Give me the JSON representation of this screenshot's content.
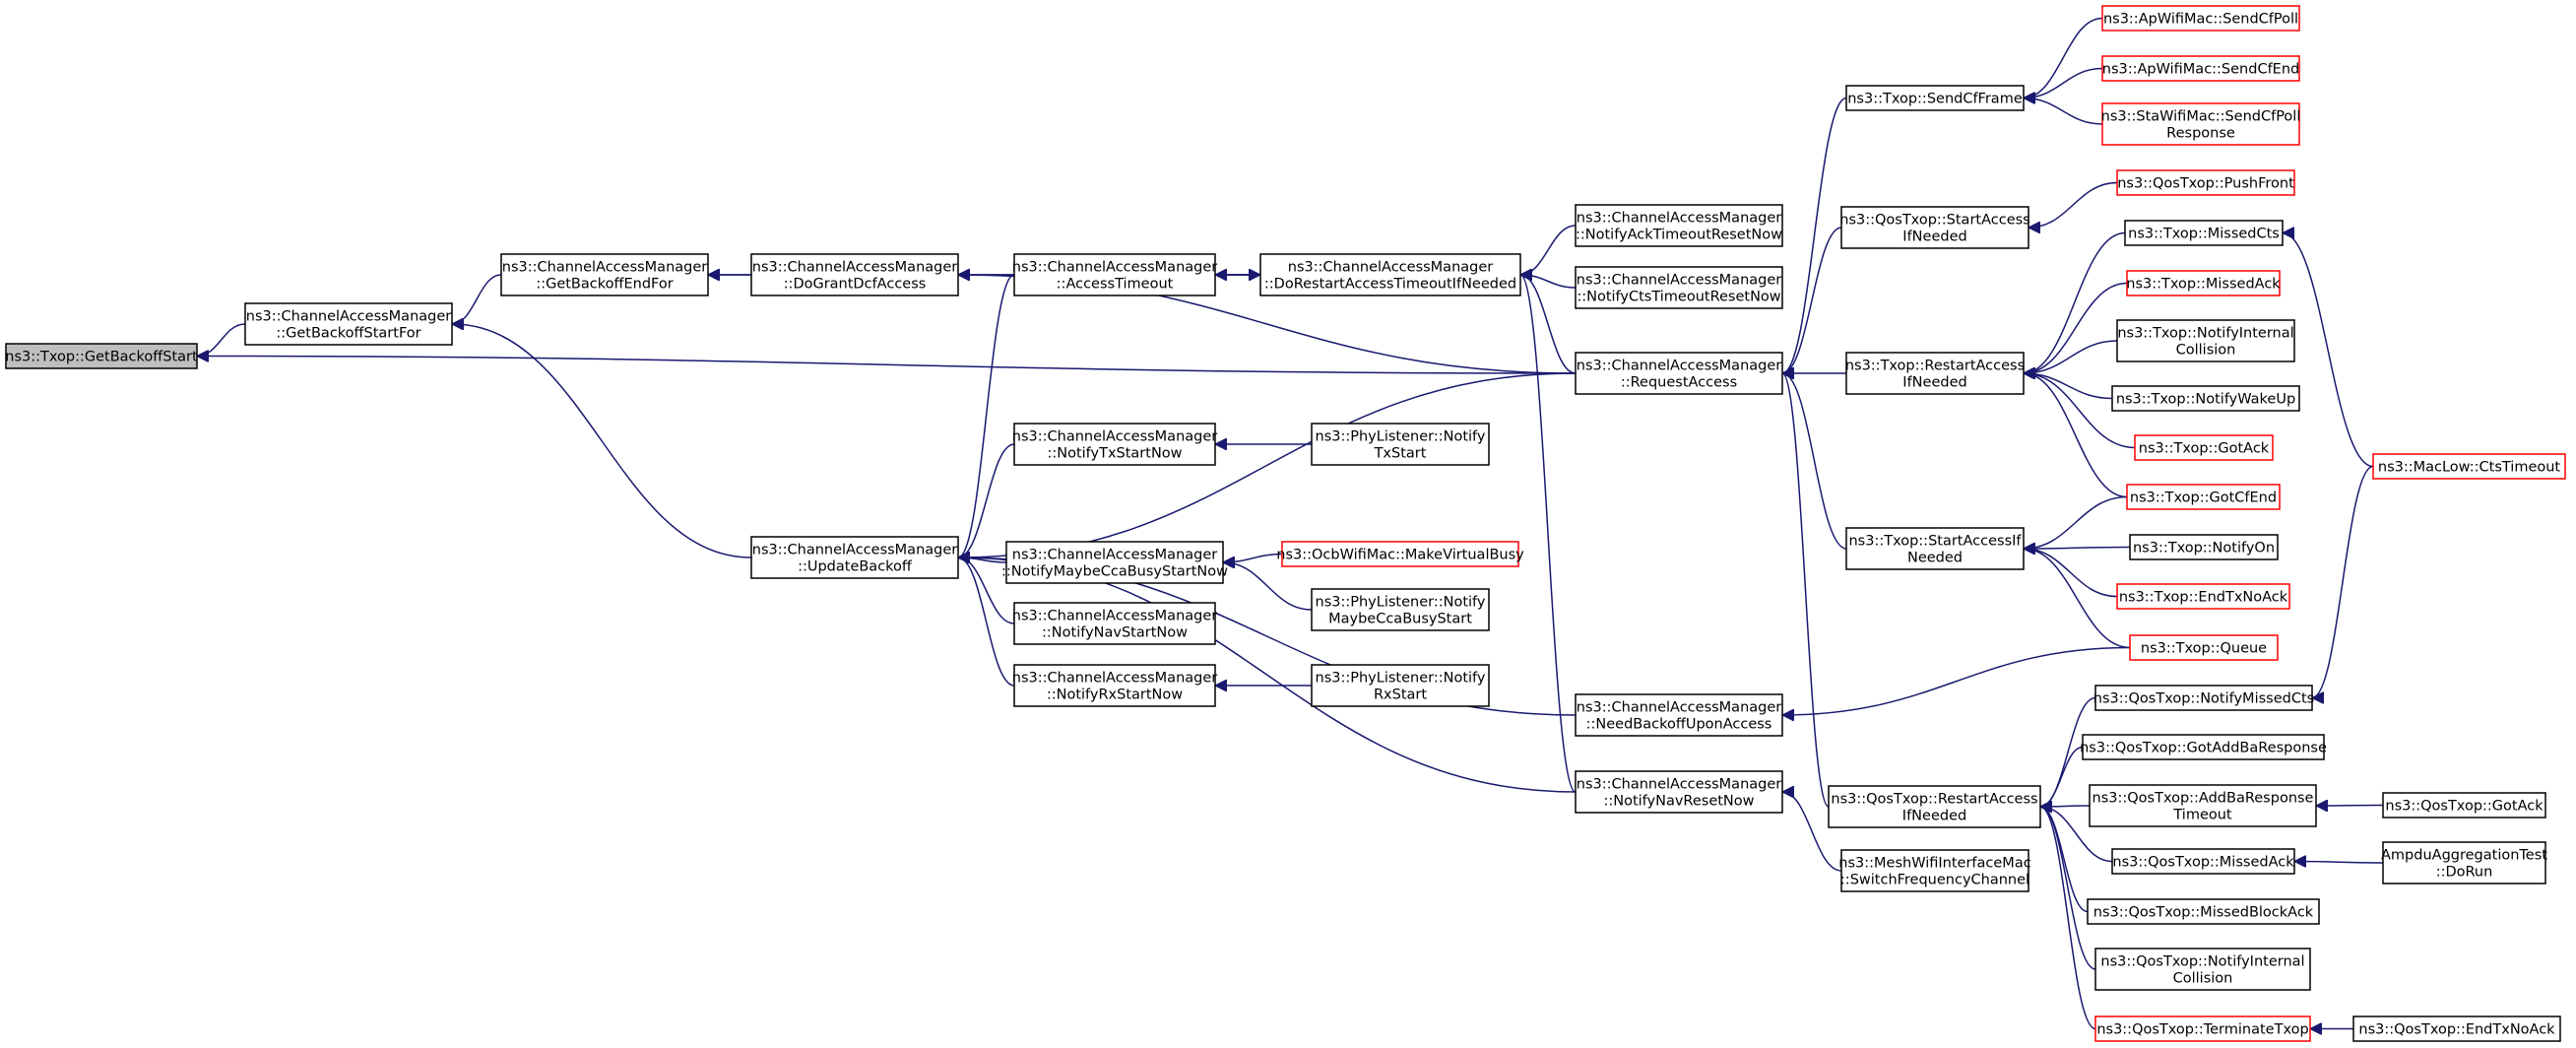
{
  "nodes": [
    {
      "id": "root",
      "lines": [
        "ns3::Txop::GetBackoffStart"
      ],
      "kind": "root"
    },
    {
      "id": "cam_gbsf",
      "lines": [
        "ns3::ChannelAccessManager",
        "::GetBackoffStartFor"
      ]
    },
    {
      "id": "cam_gbef",
      "lines": [
        "ns3::ChannelAccessManager",
        "::GetBackoffEndFor"
      ]
    },
    {
      "id": "cam_ub",
      "lines": [
        "ns3::ChannelAccessManager",
        "::UpdateBackoff"
      ]
    },
    {
      "id": "cam_dgda",
      "lines": [
        "ns3::ChannelAccessManager",
        "::DoGrantDcfAccess"
      ]
    },
    {
      "id": "cam_at",
      "lines": [
        "ns3::ChannelAccessManager",
        "::AccessTimeout"
      ]
    },
    {
      "id": "cam_drat",
      "lines": [
        "ns3::ChannelAccessManager",
        "::DoRestartAccessTimeoutIfNeeded"
      ]
    },
    {
      "id": "cam_natr",
      "lines": [
        "ns3::ChannelAccessManager",
        "::NotifyAckTimeoutResetNow"
      ]
    },
    {
      "id": "cam_nctr",
      "lines": [
        "ns3::ChannelAccessManager",
        "::NotifyCtsTimeoutResetNow"
      ]
    },
    {
      "id": "cam_ra",
      "lines": [
        "ns3::ChannelAccessManager",
        "::RequestAccess"
      ]
    },
    {
      "id": "cam_ntx",
      "lines": [
        "ns3::ChannelAccessManager",
        "::NotifyTxStartNow"
      ]
    },
    {
      "id": "cam_nmcb",
      "lines": [
        "ns3::ChannelAccessManager",
        "::NotifyMaybeCcaBusyStartNow"
      ]
    },
    {
      "id": "cam_nnav",
      "lines": [
        "ns3::ChannelAccessManager",
        "::NotifyNavStartNow"
      ]
    },
    {
      "id": "cam_nrx",
      "lines": [
        "ns3::ChannelAccessManager",
        "::NotifyRxStartNow"
      ]
    },
    {
      "id": "cam_nbua",
      "lines": [
        "ns3::ChannelAccessManager",
        "::NeedBackoffUponAccess"
      ]
    },
    {
      "id": "cam_nnrn",
      "lines": [
        "ns3::ChannelAccessManager",
        "::NotifyNavResetNow"
      ]
    },
    {
      "id": "pl_tx",
      "lines": [
        "ns3::PhyListener::Notify",
        "TxStart"
      ]
    },
    {
      "id": "ocb_mvb",
      "lines": [
        "ns3::OcbWifiMac::MakeVirtualBusy"
      ],
      "kind": "red"
    },
    {
      "id": "pl_mcb",
      "lines": [
        "ns3::PhyListener::Notify",
        "MaybeCcaBusyStart"
      ]
    },
    {
      "id": "pl_rx",
      "lines": [
        "ns3::PhyListener::Notify",
        "RxStart"
      ]
    },
    {
      "id": "txop_scf",
      "lines": [
        "ns3::Txop::SendCfFrame"
      ]
    },
    {
      "id": "ap_scp",
      "lines": [
        "ns3::ApWifiMac::SendCfPoll"
      ],
      "kind": "red"
    },
    {
      "id": "ap_sce",
      "lines": [
        "ns3::ApWifiMac::SendCfEnd"
      ],
      "kind": "red"
    },
    {
      "id": "sta_scpr",
      "lines": [
        "ns3::StaWifiMac::SendCfPoll",
        "Response"
      ],
      "kind": "red"
    },
    {
      "id": "qos_saif",
      "lines": [
        "ns3::QosTxop::StartAccess",
        "IfNeeded"
      ]
    },
    {
      "id": "qos_pf",
      "lines": [
        "ns3::QosTxop::PushFront"
      ],
      "kind": "red"
    },
    {
      "id": "txop_raif",
      "lines": [
        "ns3::Txop::RestartAccess",
        "IfNeeded"
      ]
    },
    {
      "id": "txop_saif",
      "lines": [
        "ns3::Txop::StartAccessIf",
        "Needed"
      ]
    },
    {
      "id": "qos_raif",
      "lines": [
        "ns3::QosTxop::RestartAccess",
        "IfNeeded"
      ]
    },
    {
      "id": "mesh_sfc",
      "lines": [
        "ns3::MeshWifiInterfaceMac",
        "::SwitchFrequencyChannel"
      ]
    },
    {
      "id": "txop_mcts",
      "lines": [
        "ns3::Txop::MissedCts"
      ]
    },
    {
      "id": "txop_mack",
      "lines": [
        "ns3::Txop::MissedAck"
      ],
      "kind": "red"
    },
    {
      "id": "txop_nic",
      "lines": [
        "ns3::Txop::NotifyInternal",
        "Collision"
      ]
    },
    {
      "id": "txop_nwu",
      "lines": [
        "ns3::Txop::NotifyWakeUp"
      ]
    },
    {
      "id": "txop_gack",
      "lines": [
        "ns3::Txop::GotAck"
      ],
      "kind": "red"
    },
    {
      "id": "txop_gcfe",
      "lines": [
        "ns3::Txop::GotCfEnd"
      ],
      "kind": "red"
    },
    {
      "id": "txop_non",
      "lines": [
        "ns3::Txop::NotifyOn"
      ]
    },
    {
      "id": "txop_etna",
      "lines": [
        "ns3::Txop::EndTxNoAck"
      ],
      "kind": "red"
    },
    {
      "id": "txop_q",
      "lines": [
        "ns3::Txop::Queue"
      ],
      "kind": "red"
    },
    {
      "id": "qos_nmc",
      "lines": [
        "ns3::QosTxop::NotifyMissedCts"
      ]
    },
    {
      "id": "qos_gabr",
      "lines": [
        "ns3::QosTxop::GotAddBaResponse"
      ]
    },
    {
      "id": "qos_abrt",
      "lines": [
        "ns3::QosTxop::AddBaResponse",
        "Timeout"
      ]
    },
    {
      "id": "qos_mack",
      "lines": [
        "ns3::QosTxop::MissedAck"
      ]
    },
    {
      "id": "qos_mba",
      "lines": [
        "ns3::QosTxop::MissedBlockAck"
      ]
    },
    {
      "id": "qos_nic",
      "lines": [
        "ns3::QosTxop::NotifyInternal",
        "Collision"
      ]
    },
    {
      "id": "qos_tt",
      "lines": [
        "ns3::QosTxop::TerminateTxop"
      ],
      "kind": "red"
    },
    {
      "id": "qos_gack",
      "lines": [
        "ns3::QosTxop::GotAck"
      ]
    },
    {
      "id": "ampdu",
      "lines": [
        "AmpduAggregationTest",
        "::DoRun"
      ]
    },
    {
      "id": "qos_etna",
      "lines": [
        "ns3::QosTxop::EndTxNoAck"
      ]
    },
    {
      "id": "maclow_cts",
      "lines": [
        "ns3::MacLow::CtsTimeout"
      ],
      "kind": "red"
    }
  ],
  "edges": [
    {
      "from": "cam_gbsf",
      "to": "root"
    },
    {
      "from": "cam_ra",
      "to": "root"
    },
    {
      "from": "cam_gbef",
      "to": "cam_gbsf"
    },
    {
      "from": "cam_ub",
      "to": "cam_gbsf"
    },
    {
      "from": "cam_dgda",
      "to": "cam_gbef"
    },
    {
      "from": "cam_drat",
      "to": "cam_gbef"
    },
    {
      "from": "cam_at",
      "to": "cam_dgda"
    },
    {
      "from": "cam_ra",
      "to": "cam_dgda"
    },
    {
      "from": "cam_drat",
      "to": "cam_at"
    },
    {
      "from": "cam_at",
      "to": "cam_drat"
    },
    {
      "from": "cam_natr",
      "to": "cam_drat"
    },
    {
      "from": "cam_nctr",
      "to": "cam_drat"
    },
    {
      "from": "cam_ra",
      "to": "cam_drat"
    },
    {
      "from": "cam_nnrn",
      "to": "cam_drat"
    },
    {
      "from": "cam_at",
      "to": "cam_ub"
    },
    {
      "from": "cam_ntx",
      "to": "cam_ub"
    },
    {
      "from": "cam_ra",
      "to": "cam_ub"
    },
    {
      "from": "cam_nmcb",
      "to": "cam_ub"
    },
    {
      "from": "cam_nnav",
      "to": "cam_ub"
    },
    {
      "from": "cam_nrx",
      "to": "cam_ub"
    },
    {
      "from": "cam_nbua",
      "to": "cam_ub"
    },
    {
      "from": "cam_nnrn",
      "to": "cam_ub"
    },
    {
      "from": "pl_tx",
      "to": "cam_ntx"
    },
    {
      "from": "ocb_mvb",
      "to": "cam_nmcb"
    },
    {
      "from": "pl_mcb",
      "to": "cam_nmcb"
    },
    {
      "from": "pl_rx",
      "to": "cam_nrx"
    },
    {
      "from": "txop_scf",
      "to": "cam_ra"
    },
    {
      "from": "qos_saif",
      "to": "cam_ra"
    },
    {
      "from": "txop_raif",
      "to": "cam_ra"
    },
    {
      "from": "txop_saif",
      "to": "cam_ra"
    },
    {
      "from": "qos_raif",
      "to": "cam_ra"
    },
    {
      "from": "txop_q",
      "to": "cam_nbua"
    },
    {
      "from": "mesh_sfc",
      "to": "cam_nnrn"
    },
    {
      "from": "ap_scp",
      "to": "txop_scf"
    },
    {
      "from": "ap_sce",
      "to": "txop_scf"
    },
    {
      "from": "sta_scpr",
      "to": "txop_scf"
    },
    {
      "from": "qos_pf",
      "to": "qos_saif"
    },
    {
      "from": "txop_mcts",
      "to": "txop_raif"
    },
    {
      "from": "txop_mack",
      "to": "txop_raif"
    },
    {
      "from": "txop_nic",
      "to": "txop_raif"
    },
    {
      "from": "txop_nwu",
      "to": "txop_raif"
    },
    {
      "from": "txop_gack",
      "to": "txop_raif"
    },
    {
      "from": "txop_gcfe",
      "to": "txop_raif"
    },
    {
      "from": "txop_gcfe",
      "to": "txop_saif"
    },
    {
      "from": "txop_non",
      "to": "txop_saif"
    },
    {
      "from": "txop_etna",
      "to": "txop_saif"
    },
    {
      "from": "txop_q",
      "to": "txop_saif"
    },
    {
      "from": "qos_nmc",
      "to": "qos_raif"
    },
    {
      "from": "qos_gabr",
      "to": "qos_raif"
    },
    {
      "from": "qos_abrt",
      "to": "qos_raif"
    },
    {
      "from": "qos_mack",
      "to": "qos_raif"
    },
    {
      "from": "qos_mba",
      "to": "qos_raif"
    },
    {
      "from": "qos_nic",
      "to": "qos_raif"
    },
    {
      "from": "qos_tt",
      "to": "qos_raif"
    },
    {
      "from": "qos_gack",
      "to": "qos_abrt"
    },
    {
      "from": "ampdu",
      "to": "qos_mack"
    },
    {
      "from": "qos_etna",
      "to": "qos_tt"
    },
    {
      "from": "maclow_cts",
      "to": "txop_mcts"
    },
    {
      "from": "maclow_cts",
      "to": "qos_nmc"
    }
  ]
}
